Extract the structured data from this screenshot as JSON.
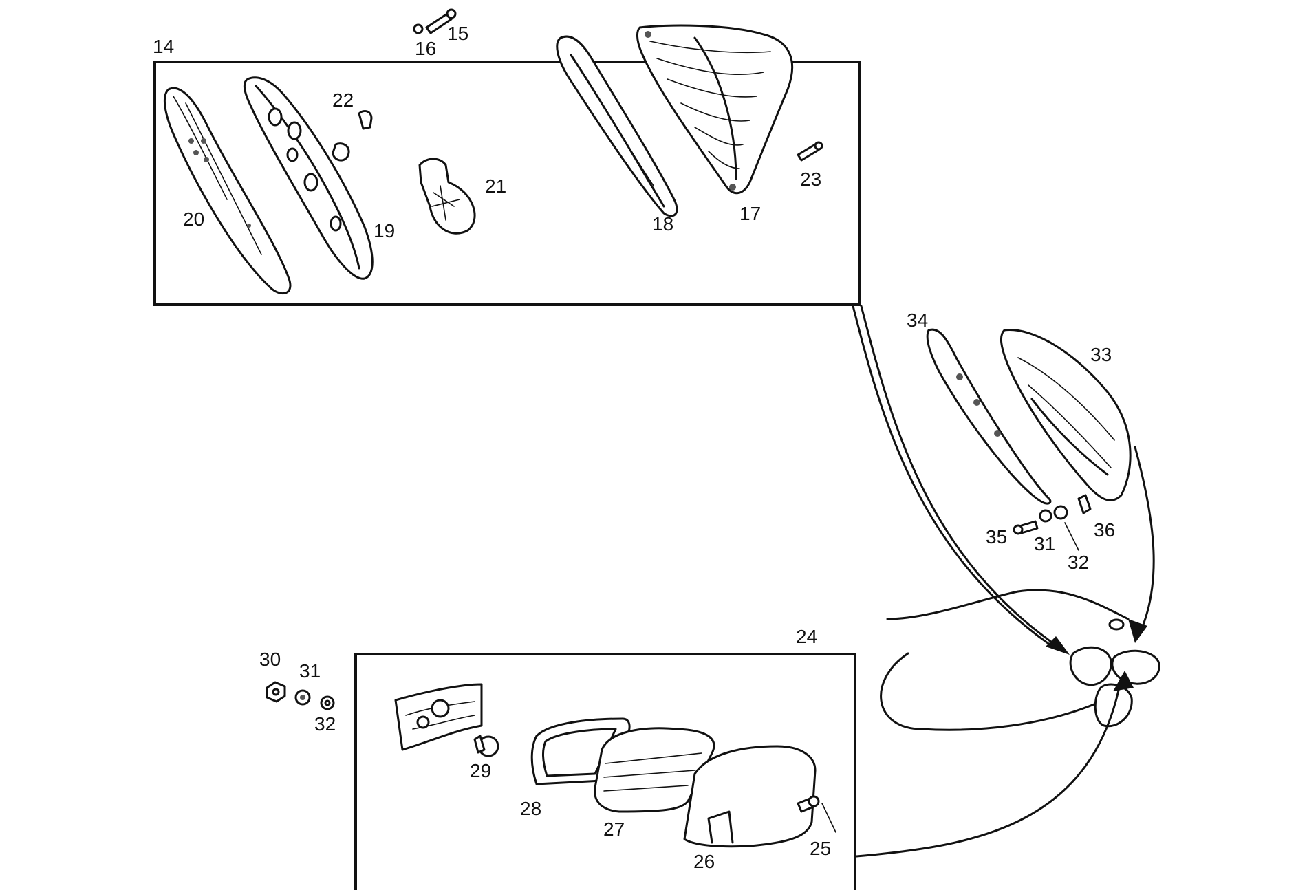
{
  "diagram": {
    "callouts": {
      "c14": "14",
      "c15": "15",
      "c16": "16",
      "c17": "17",
      "c18": "18",
      "c19": "19",
      "c20": "20",
      "c21": "21",
      "c22": "22",
      "c23": "23",
      "c24": "24",
      "c25": "25",
      "c26": "26",
      "c27": "27",
      "c28": "28",
      "c29": "29",
      "c30": "30",
      "c31a": "31",
      "c32a": "32",
      "c31b": "31",
      "c32b": "32",
      "c33": "33",
      "c34": "34",
      "c35": "35",
      "c36": "36"
    }
  }
}
